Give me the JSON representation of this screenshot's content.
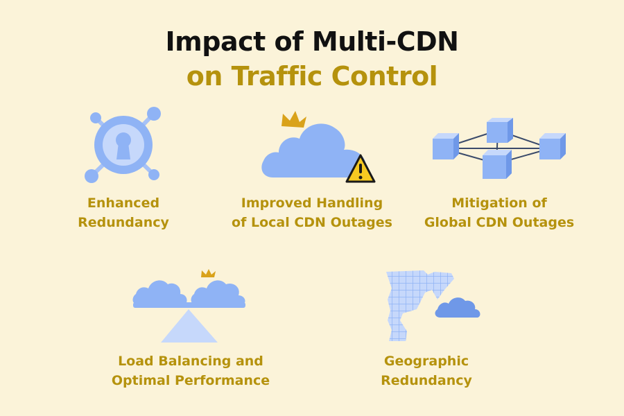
{
  "title": {
    "line1": "Impact of Multi-CDN",
    "line2": "on Traffic Control"
  },
  "colors": {
    "background": "#fbf3d9",
    "title_dark": "#111111",
    "accent_gold": "#b5920d",
    "icon_blue": "#8fb3f5",
    "icon_blue_light": "#c6d8fb",
    "crown_gold": "#d9a21a",
    "warning_yellow": "#f6c921"
  },
  "items": [
    {
      "icon": "redundancy-hub-icon",
      "label_lines": [
        "Enhanced",
        "Redundancy"
      ]
    },
    {
      "icon": "cloud-warning-icon",
      "label_lines": [
        "Improved Handling",
        "of Local CDN Outages"
      ]
    },
    {
      "icon": "network-cubes-icon",
      "label_lines": [
        "Mitigation of",
        "Global CDN Outages"
      ]
    },
    {
      "icon": "balance-clouds-icon",
      "label_lines": [
        "Load Balancing and",
        "Optimal Performance"
      ]
    },
    {
      "icon": "map-cloud-icon",
      "label_lines": [
        "Geographic",
        "Redundancy"
      ]
    }
  ]
}
